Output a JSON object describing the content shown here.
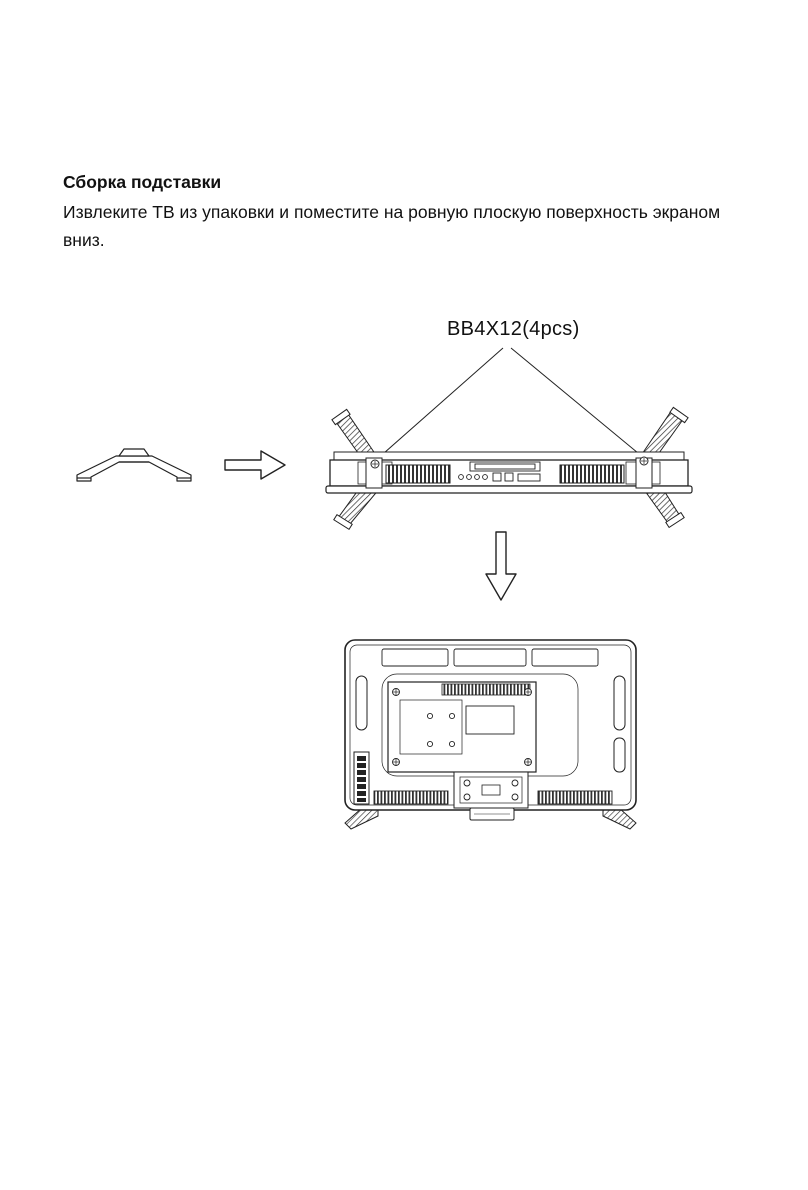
{
  "document": {
    "heading": "Сборка подставки",
    "instruction_line1": "Извлеките ТВ из упаковки и поместите на ровную плоскую поверхность экраном",
    "instruction_line2": "вниз.",
    "screw_label": "BB4X12(4pcs)"
  },
  "colors": {
    "ink": "#1a1a1a",
    "paper": "#ffffff"
  }
}
